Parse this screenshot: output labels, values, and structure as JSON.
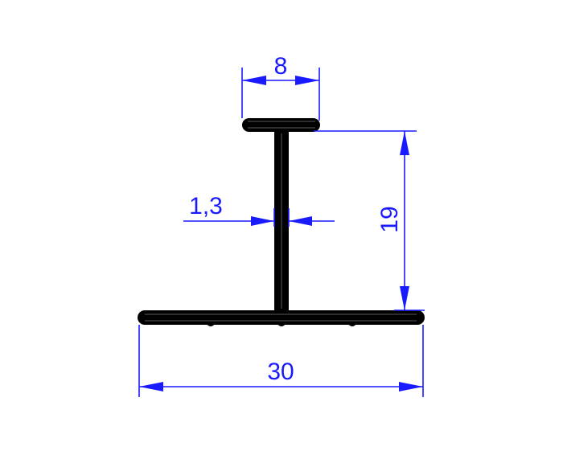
{
  "dimensions": {
    "flange_width": "8",
    "web_thickness": "1,3",
    "height": "19",
    "base_width": "30"
  },
  "colors": {
    "dimension": "#1a1aff",
    "profile": "#000000"
  }
}
